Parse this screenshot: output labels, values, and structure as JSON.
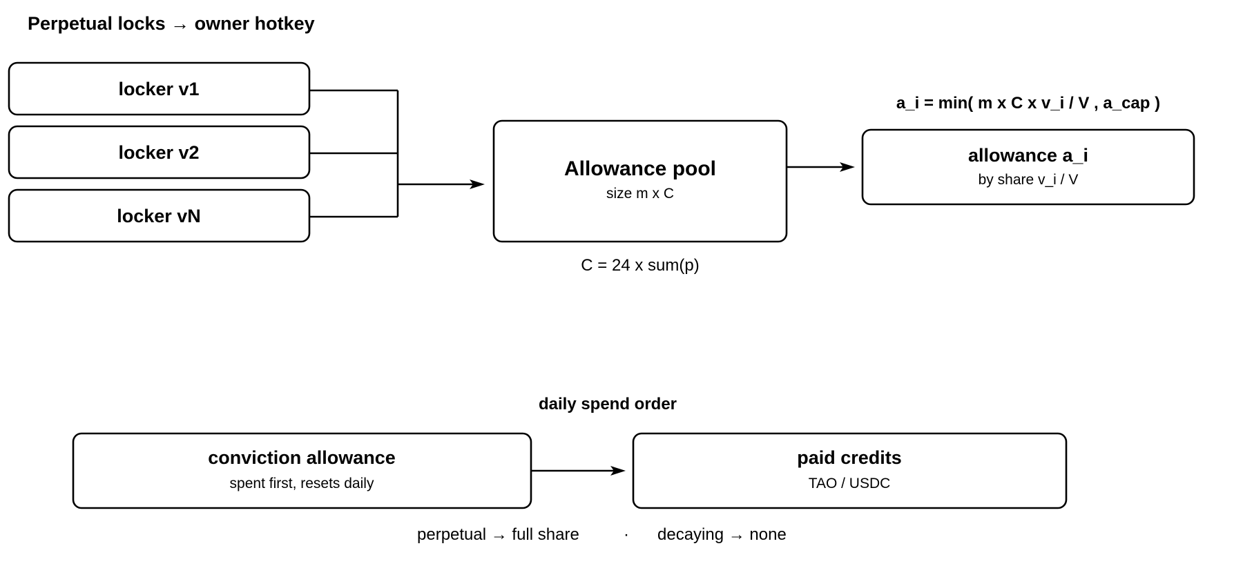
{
  "diagram": {
    "title": "Perpetual locks → owner hotkey",
    "lockers": [
      {
        "label": "locker v1"
      },
      {
        "label": "locker v2"
      },
      {
        "label": "locker vN"
      }
    ],
    "pool": {
      "title": "Allowance pool",
      "subtitle": "size  m x C",
      "note": "C = 24 x sum(p)"
    },
    "allowance": {
      "formula": "a_i = min( m x C x v_i / V ,  a_cap )",
      "title": "allowance a_i",
      "subtitle": "by share v_i / V"
    },
    "spend_order": {
      "heading": "daily spend order",
      "first": {
        "title": "conviction allowance",
        "subtitle": "spent first, resets daily"
      },
      "second": {
        "title": "paid credits",
        "subtitle": "TAO / USDC"
      },
      "footnote": {
        "left": "perpetual → full share",
        "separator": "·",
        "right": "decaying → none"
      }
    }
  }
}
